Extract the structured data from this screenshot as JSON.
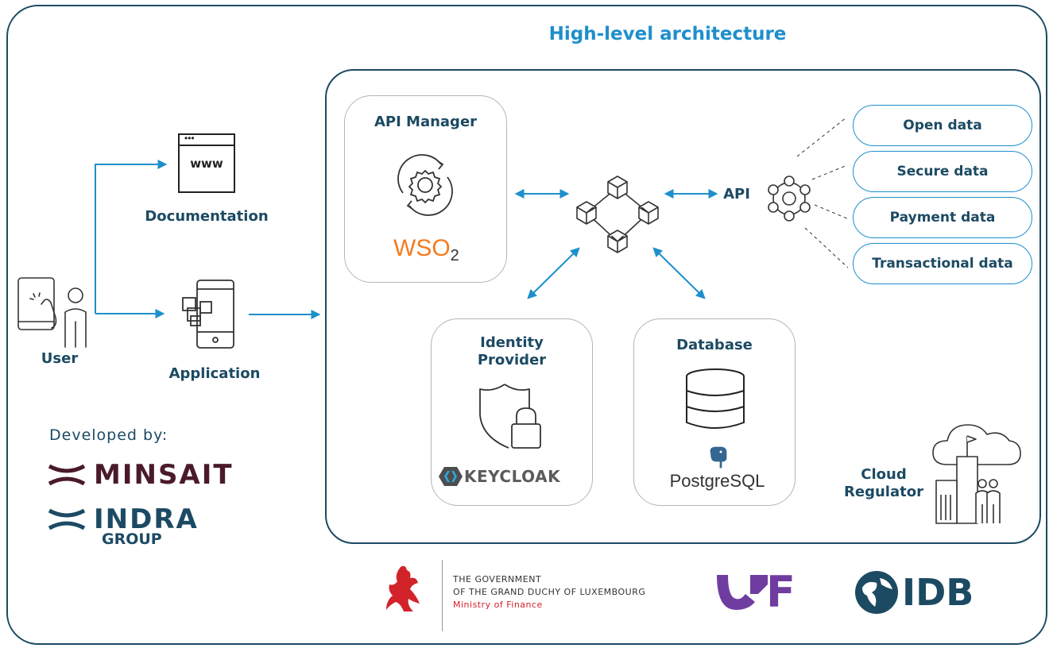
{
  "title": "High-level architecture",
  "user": {
    "label": "User"
  },
  "documentation": {
    "label": "Documentation",
    "icon_text": "www"
  },
  "application": {
    "label": "Application"
  },
  "api_manager": {
    "label": "API Manager",
    "logo_text": "WSO",
    "logo_sub": "2"
  },
  "identity_provider": {
    "label_line1": "Identity",
    "label_line2": "Provider",
    "logo_text": "KEYCLOAK"
  },
  "database": {
    "label": "Database",
    "logo_text": "PostgreSQL"
  },
  "api": {
    "label": "API"
  },
  "data_types": [
    "Open data",
    "Secure data",
    "Payment data",
    "Transactional data"
  ],
  "cloud_regulator": {
    "label_line1": "Cloud",
    "label_line2": "Regulator"
  },
  "developed_by": "Developed by:",
  "minsait": "MINSAIT",
  "indra": {
    "name": "INDRA",
    "sub": "GROUP"
  },
  "government": {
    "line1": "THE GOVERNMENT",
    "line2": "OF THE GRAND DUCHY OF LUXEMBOURG",
    "line3": "Ministry of Finance"
  },
  "cmf": "F",
  "idb": "IDB",
  "colors": {
    "navy": "#1c4a63",
    "blue": "#1e8fcc",
    "maroon": "#4a1a2c",
    "purple": "#6f3da0",
    "gov_red": "#d2232a"
  }
}
